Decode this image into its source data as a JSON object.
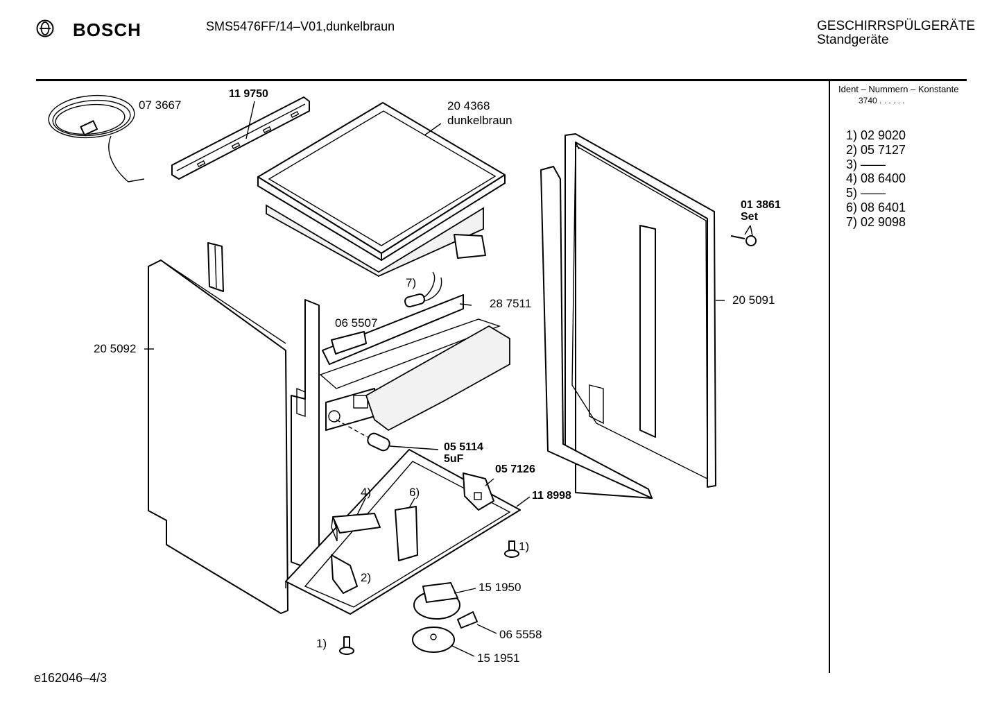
{
  "header": {
    "brand": "BOSCH",
    "model": "SMS5476FF/14–V01,dunkelbraun",
    "category_line1": "GESCHIRRSPÜLGERÄTE",
    "category_line2": "Standgeräte"
  },
  "ident": {
    "heading": "Ident – Nummern – Konstante",
    "constant": "3740  .  .    .  .  .  ."
  },
  "footnotes": [
    "1) 02 9020",
    "2) 05 7127",
    "3) ——",
    "4) 08 6400",
    "5) ——",
    "6) 08 6401",
    "7) 02 9098"
  ],
  "parts": {
    "p073667": "07 3667",
    "p119750": "11 9750",
    "p204368": "20 4368",
    "p204368_color": "dunkelbraun",
    "p013861": "01 3861",
    "p013861_set": "Set",
    "p287511": "28 7511",
    "p205091": "20 5091",
    "p065507": "06 5507",
    "p205092": "20 5092",
    "p055114": "05 5114",
    "p055114_cap": "5uF",
    "p057126": "05 7126",
    "p118998": "11 8998",
    "fn4": "4)",
    "fn6": "6)",
    "fn7": "7)",
    "fn1a": "1)",
    "fn1b": "1)",
    "fn2": "2)",
    "p151950": "15 1950",
    "p065558": "06 5558",
    "p151951": "15 1951"
  },
  "footer": {
    "drawing_no": "e162046–4/3"
  },
  "icons": {
    "brand_logo": "bosch-armature-logo-icon"
  }
}
